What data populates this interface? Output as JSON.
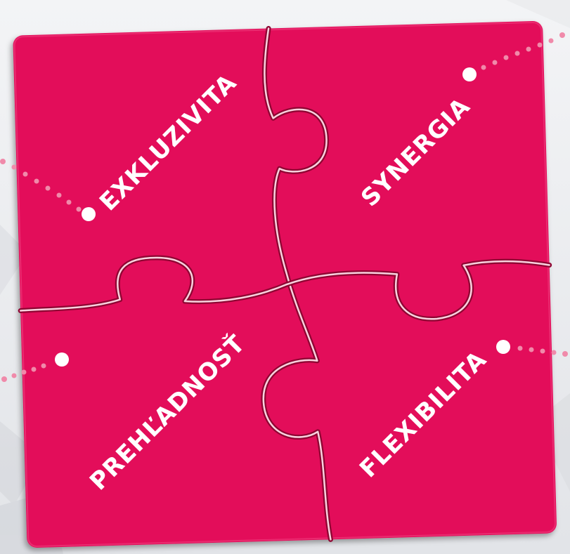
{
  "pieces": [
    {
      "label": "EXKLUZIVITA"
    },
    {
      "label": "SYNERGIA"
    },
    {
      "label": "PREHĽADNOSŤ"
    },
    {
      "label": "FLEXIBILITA"
    }
  ],
  "colors": {
    "puzzle": "#e3095a",
    "puzzle_dark": "#b0063f",
    "seam": "#f6c7d6",
    "dots": "#f08aaa",
    "background": "#eef0f2"
  }
}
